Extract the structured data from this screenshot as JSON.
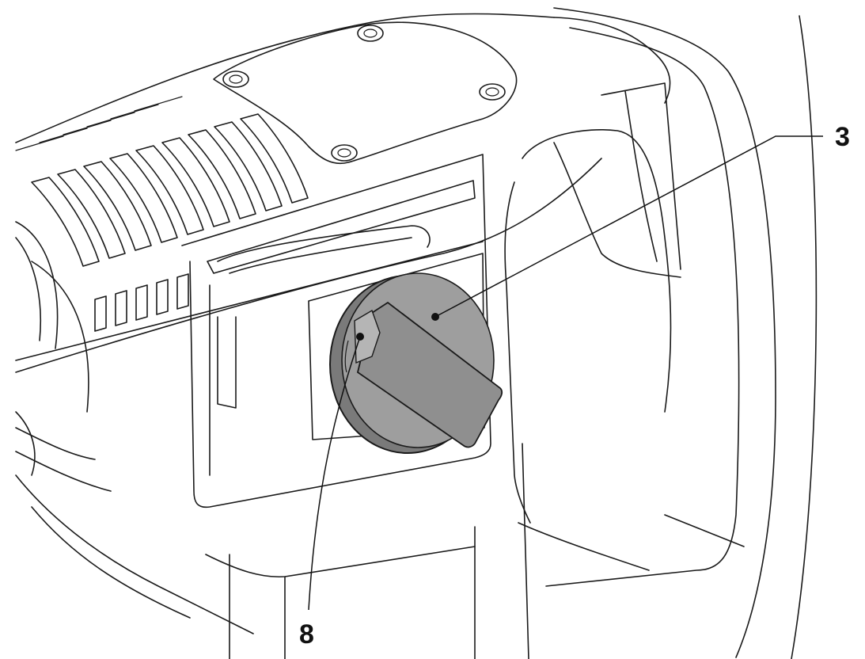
{
  "figure": {
    "callouts": [
      {
        "id": "3",
        "label": "3"
      },
      {
        "id": "8",
        "label": "8"
      }
    ],
    "colors": {
      "line": "#1a1a1a",
      "knob_fill": "#9e9e9e",
      "knob_dark": "#7a7a7a",
      "background": "#ffffff"
    }
  }
}
